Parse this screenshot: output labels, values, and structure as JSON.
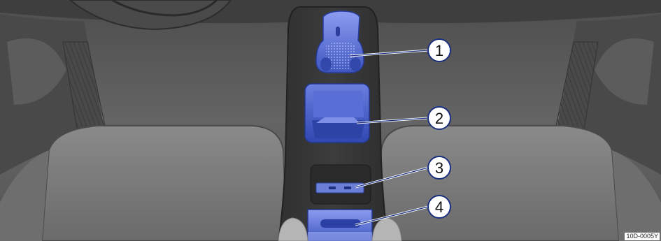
{
  "figure": {
    "callouts": [
      {
        "number": "1"
      },
      {
        "number": "2"
      },
      {
        "number": "3"
      },
      {
        "number": "4"
      }
    ],
    "reference_code": "10D-0005Y",
    "colors": {
      "highlight": "#4a62c8",
      "highlight_light": "#7d8fe0",
      "background": "#5a5a5a",
      "callout_fill": "#ffffff",
      "callout_stroke": "#1a2f80"
    }
  }
}
